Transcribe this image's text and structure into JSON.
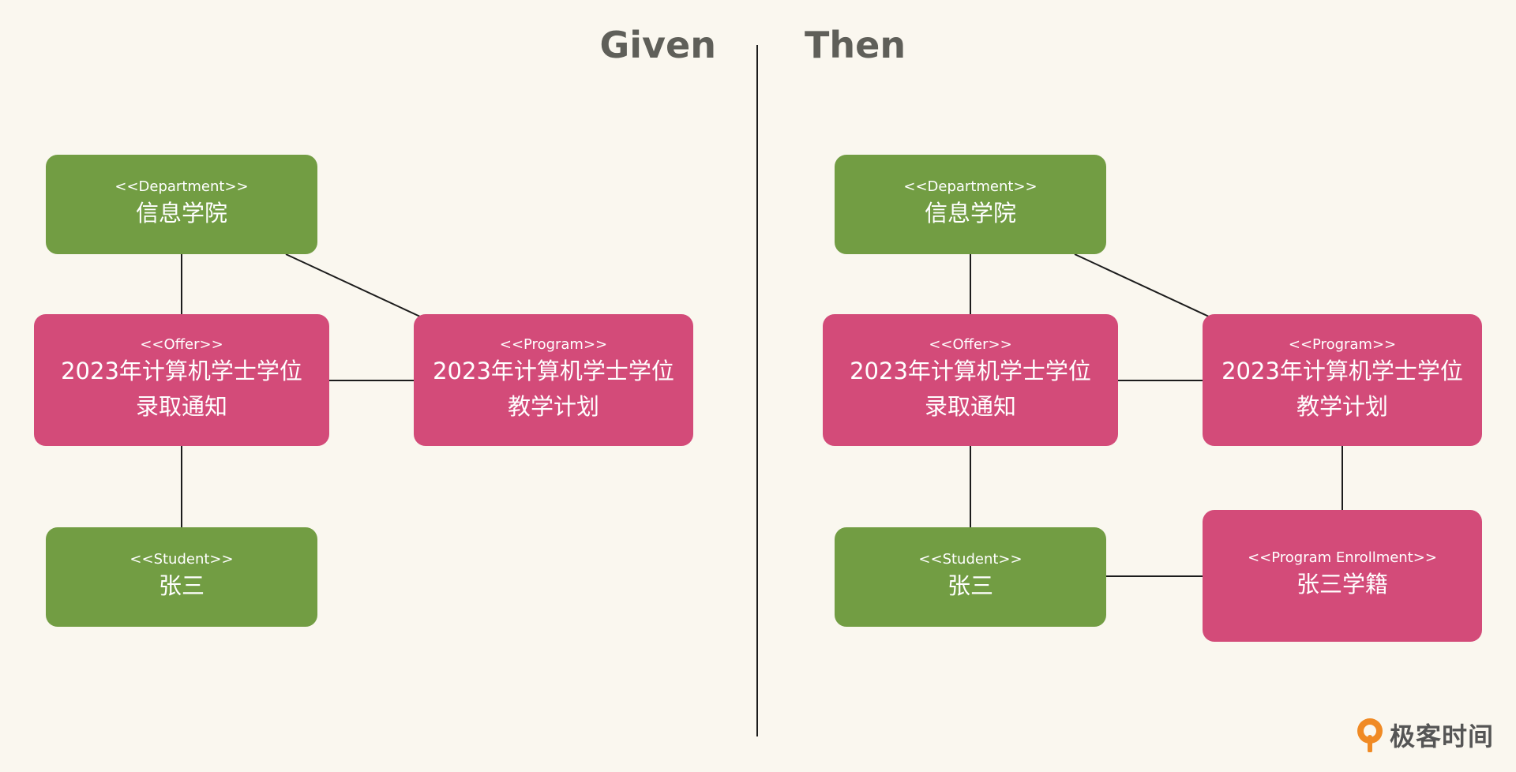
{
  "headings": {
    "given": "Given",
    "then": "Then"
  },
  "given": {
    "department": {
      "stereotype": "<<Department>>",
      "name": "信息学院"
    },
    "offer": {
      "stereotype": "<<Offer>>",
      "line1": "2023年计算机学士学位",
      "line2": "录取通知"
    },
    "program": {
      "stereotype": "<<Program>>",
      "line1": "2023年计算机学士学位",
      "line2": "教学计划"
    },
    "student": {
      "stereotype": "<<Student>>",
      "name": "张三"
    }
  },
  "then": {
    "department": {
      "stereotype": "<<Department>>",
      "name": "信息学院"
    },
    "offer": {
      "stereotype": "<<Offer>>",
      "line1": "2023年计算机学士学位",
      "line2": "录取通知"
    },
    "program": {
      "stereotype": "<<Program>>",
      "line1": "2023年计算机学士学位",
      "line2": "教学计划"
    },
    "student": {
      "stereotype": "<<Student>>",
      "name": "张三"
    },
    "enrollment": {
      "stereotype": "<<Program Enrollment>>",
      "name": "张三学籍"
    }
  },
  "colors": {
    "green": "#729d43",
    "pink": "#d34b79",
    "background": "#faf7ef",
    "line": "#1c1c1c",
    "logo_orange": "#f08a24"
  },
  "logo": {
    "text": "极客时间",
    "icon": "geektime-logo-icon"
  }
}
